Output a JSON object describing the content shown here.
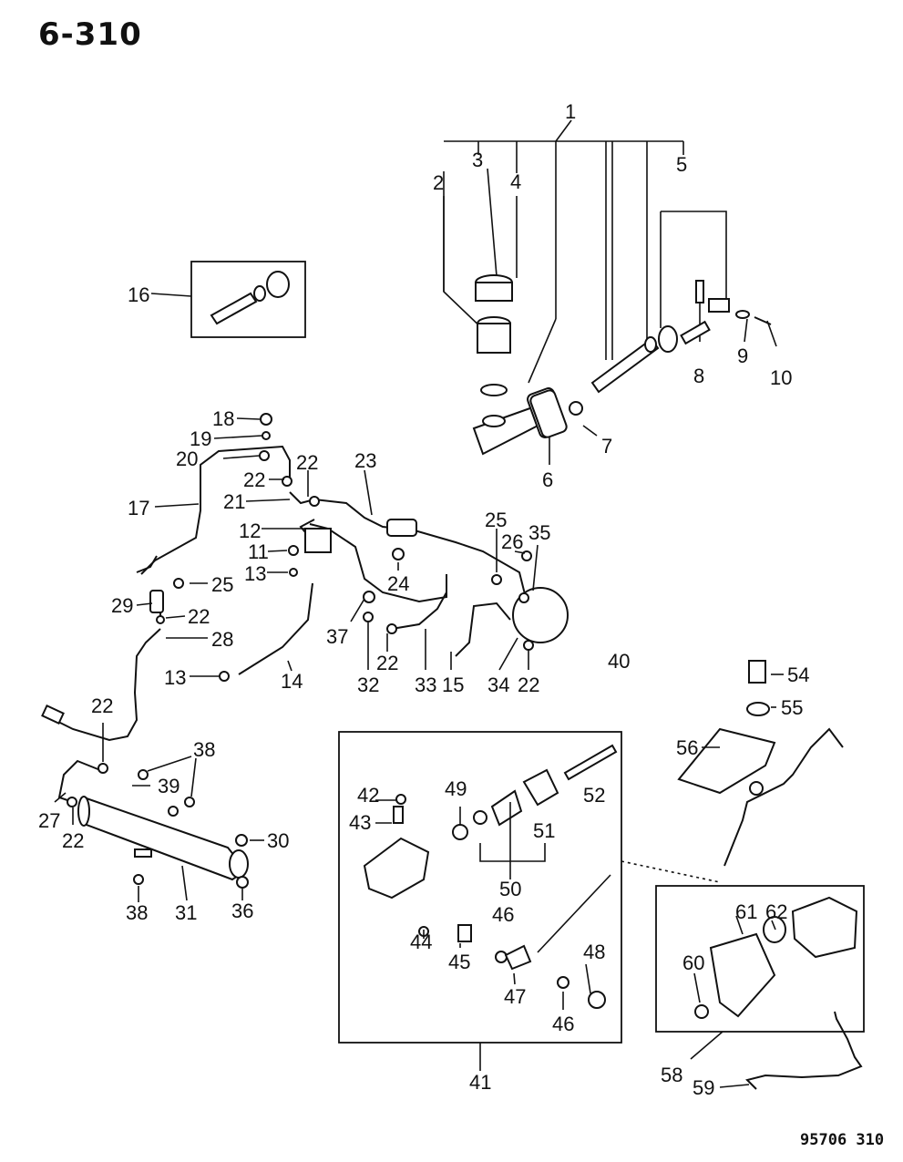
{
  "page": {
    "title": "6-310",
    "ref_code": "95706  310"
  },
  "callouts": {
    "c1": "1",
    "c2": "2",
    "c3": "3",
    "c4": "4",
    "c5": "5",
    "c6": "6",
    "c7": "7",
    "c8": "8",
    "c9": "9",
    "c10": "10",
    "c11": "11",
    "c12": "12",
    "c13a": "13",
    "c13b": "13",
    "c14": "14",
    "c15": "15",
    "c16": "16",
    "c17": "17",
    "c18": "18",
    "c19": "19",
    "c20": "20",
    "c21": "21",
    "c22a": "22",
    "c22b": "22",
    "c22c": "22",
    "c22d": "22",
    "c22e": "22",
    "c22f": "22",
    "c22g": "22",
    "c23": "23",
    "c24": "24",
    "c25a": "25",
    "c25b": "25",
    "c26": "26",
    "c27": "27",
    "c28": "28",
    "c29": "29",
    "c30": "30",
    "c31": "31",
    "c32": "32",
    "c33": "33",
    "c34": "34",
    "c35": "35",
    "c36": "36",
    "c37": "37",
    "c38a": "38",
    "c38b": "38",
    "c39": "39",
    "c40": "40",
    "c41": "41",
    "c42": "42",
    "c43": "43",
    "c44": "44",
    "c45": "45",
    "c46a": "46",
    "c46b": "46",
    "c47": "47",
    "c48": "48",
    "c49": "49",
    "c50": "50",
    "c51": "51",
    "c52": "52",
    "c54": "54",
    "c55": "55",
    "c56": "56",
    "c58": "58",
    "c59": "59",
    "c60": "60",
    "c61": "61",
    "c62": "62"
  }
}
